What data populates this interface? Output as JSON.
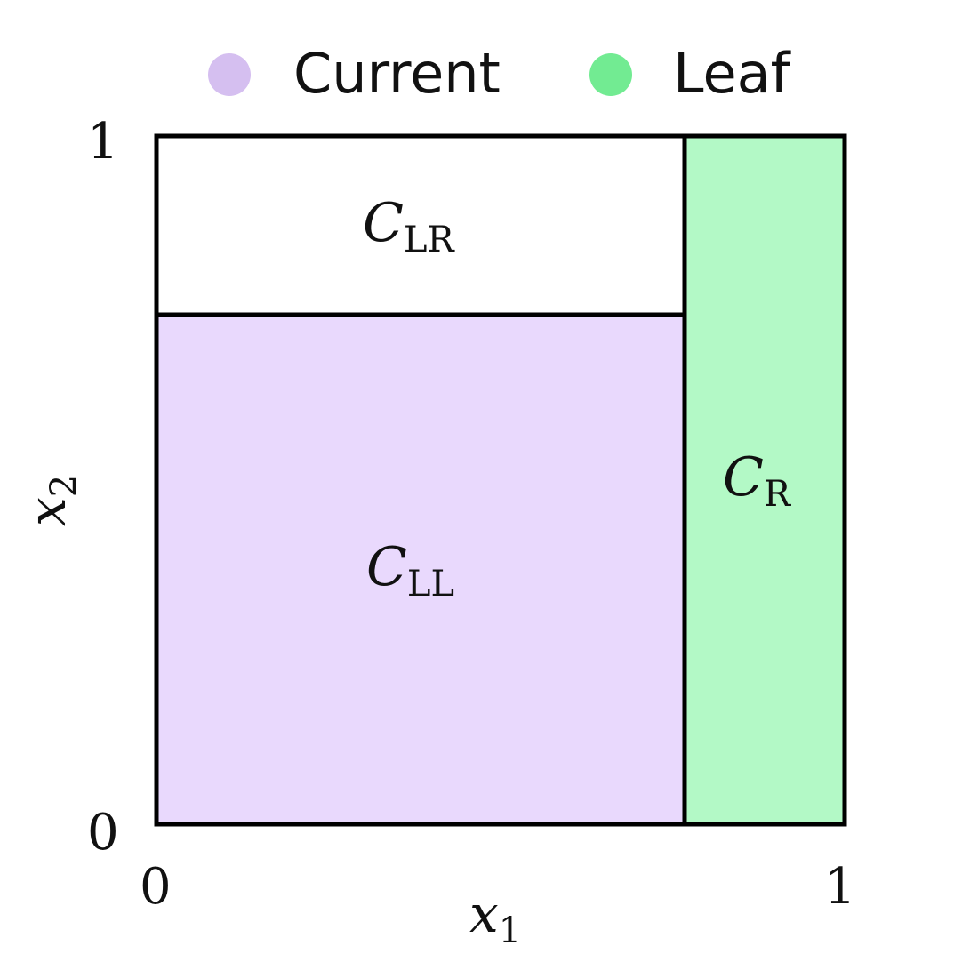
{
  "colors": {
    "current": "#d5bff0",
    "current_fill": "#e9d9fd",
    "leaf": "#72eb92",
    "leaf_fill": "#b3f9c6",
    "stroke": "#000000",
    "text": "#111111"
  },
  "legend": {
    "items": [
      {
        "label": "Current",
        "color": "#d5bff0"
      },
      {
        "label": "Leaf",
        "color": "#72eb92"
      }
    ]
  },
  "axes": {
    "x_label": {
      "var": "x",
      "sub": "1"
    },
    "y_label": {
      "var": "x",
      "sub": "2"
    },
    "x_ticks": [
      "0",
      "1"
    ],
    "y_ticks": [
      "0",
      "1"
    ]
  },
  "regions": {
    "lr": {
      "var": "C",
      "sub": "LR",
      "role": "none"
    },
    "ll": {
      "var": "C",
      "sub": "LL",
      "role": "current"
    },
    "r": {
      "var": "C",
      "sub": "R",
      "role": "leaf"
    }
  },
  "splits": {
    "x1": 0.765,
    "x2": 0.74
  }
}
